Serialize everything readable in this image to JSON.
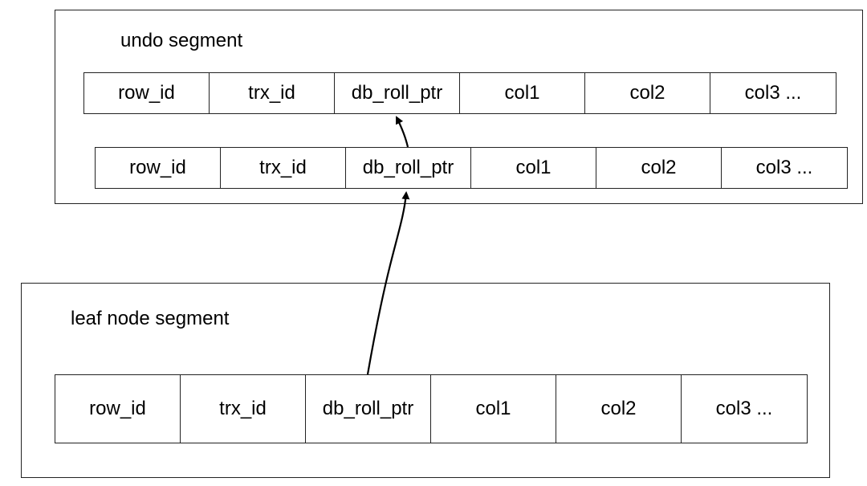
{
  "undo_segment": {
    "label": "undo segment",
    "records": [
      [
        "row_id",
        "trx_id",
        "db_roll_ptr",
        "col1",
        "col2",
        "col3 ..."
      ],
      [
        "row_id",
        "trx_id",
        "db_roll_ptr",
        "col1",
        "col2",
        "col3 ..."
      ]
    ]
  },
  "leaf_segment": {
    "label": "leaf node segment",
    "record": [
      "row_id",
      "trx_id",
      "db_roll_ptr",
      "col1",
      "col2",
      "col3 ..."
    ]
  }
}
